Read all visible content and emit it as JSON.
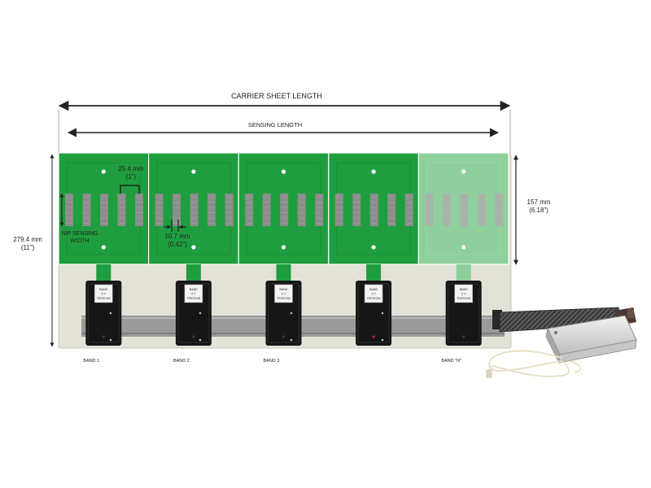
{
  "dimensions": {
    "carrier_sheet_length": "CARRIER SHEET LENGTH",
    "sensing_length": "SENSING LENGTH",
    "height_mm": "279.4 mm",
    "height_in": "(11”)",
    "band_height_mm": "157 mm",
    "band_height_in": "(6.18”)",
    "pitch_mm": "25.4 mm",
    "pitch_in": "(1”)",
    "element_width_mm": "10.7 mm",
    "element_width_in": "(0.42”)",
    "nip_sensing_width_line1": "NIP SENSING",
    "nip_sensing_width_line2": "WIDTH"
  },
  "bands": [
    {
      "label": "BAND 1",
      "translucent": false
    },
    {
      "label": "BAND 2",
      "translucent": false
    },
    {
      "label": "BAND 3",
      "translucent": false
    },
    {
      "label": "",
      "translucent": false
    },
    {
      "label": "BAND \"N\"",
      "translucent": true
    }
  ],
  "connector_label": {
    "line1": "BAND",
    "line2": "X Y",
    "line3": "TEKSCAN"
  },
  "colors": {
    "green": "#1f9e3f",
    "green_dark": "#178233",
    "green_translucent": "#8fcf9d",
    "carrier": "#e3e2d7",
    "connector": "#161616",
    "cable": "#9a9a9a"
  }
}
